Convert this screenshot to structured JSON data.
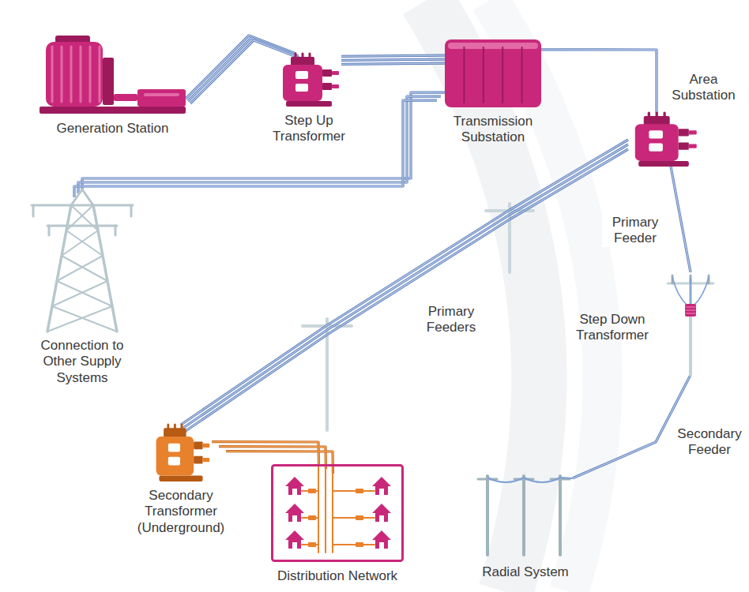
{
  "diagram": {
    "nodes": [
      {
        "text": [
          "Generation Station"
        ]
      },
      {
        "text": [
          "Step Up Transformer"
        ]
      },
      {
        "text": [
          "Transmission Substation"
        ]
      },
      {
        "text": [
          "Area Substation"
        ]
      },
      {
        "text": [
          "Connection to Other Supply Systems"
        ]
      },
      {
        "text": [
          "Step Down Transformer"
        ]
      },
      {
        "text": [
          "Secondary Transformer (Underground)"
        ]
      },
      {
        "text": [
          "Distribution Network"
        ]
      },
      {
        "text": [
          "Radial System"
        ]
      }
    ],
    "edges": [
      {
        "from": 0,
        "to": 1,
        "arrow": "none"
      },
      {
        "from": 1,
        "to": 2,
        "arrow": "none"
      },
      {
        "from": 2,
        "to": 3,
        "arrow": "none"
      },
      {
        "from": 2,
        "to": 4,
        "arrow": "none"
      },
      {
        "from": 3,
        "to": 5,
        "label": "Primary Feeder",
        "arrow": "none"
      },
      {
        "from": 3,
        "to": 6,
        "label": "Primary Feeders",
        "arrow": "none"
      },
      {
        "from": 5,
        "to": 8,
        "label": "Secondary Feeder",
        "arrow": "none"
      },
      {
        "from": 6,
        "to": 7,
        "arrow": "none"
      }
    ]
  }
}
